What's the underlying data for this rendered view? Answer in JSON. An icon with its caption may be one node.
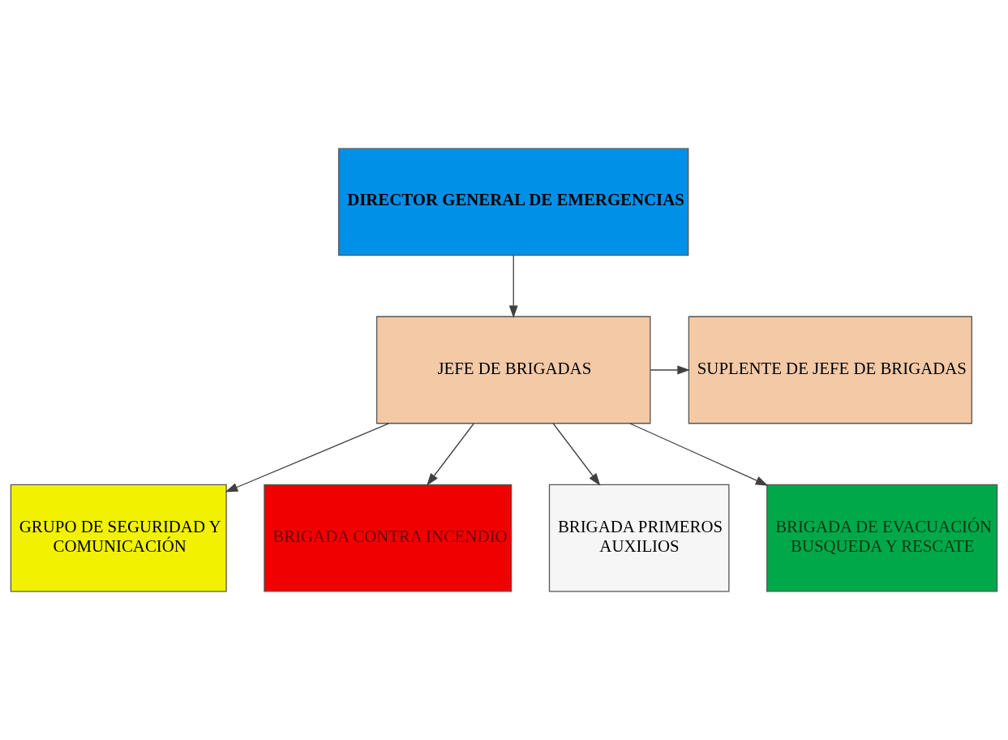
{
  "diagram": {
    "nodes": [
      {
        "text": [
          "DIRECTOR GENERAL DE EMERGENCIAS"
        ]
      },
      {
        "text": [
          "JEFE DE BRIGADAS"
        ]
      },
      {
        "text": [
          "SUPLENTE DE JEFE DE BRIGADAS"
        ]
      },
      {
        "text": [
          "GRUPO DE SEGURIDAD Y COMUNICACIÓN"
        ]
      },
      {
        "text": [
          "BRIGADA CONTRA INCENDIO"
        ]
      },
      {
        "text": [
          "BRIGADA PRIMEROS AUXILIOS"
        ]
      },
      {
        "text": [
          "BRIGADA DE EVACUACIÓN BUSQUEDA Y RESCATE"
        ]
      }
    ],
    "edges": [
      {
        "from": 0,
        "to": 1,
        "arrow": "to"
      },
      {
        "from": 1,
        "to": 2,
        "arrow": "to"
      },
      {
        "from": 1,
        "to": 3,
        "arrow": "to"
      },
      {
        "from": 1,
        "to": 4,
        "arrow": "to"
      },
      {
        "from": 1,
        "to": 5,
        "arrow": "to"
      },
      {
        "from": 1,
        "to": 6,
        "arrow": "to"
      }
    ]
  }
}
